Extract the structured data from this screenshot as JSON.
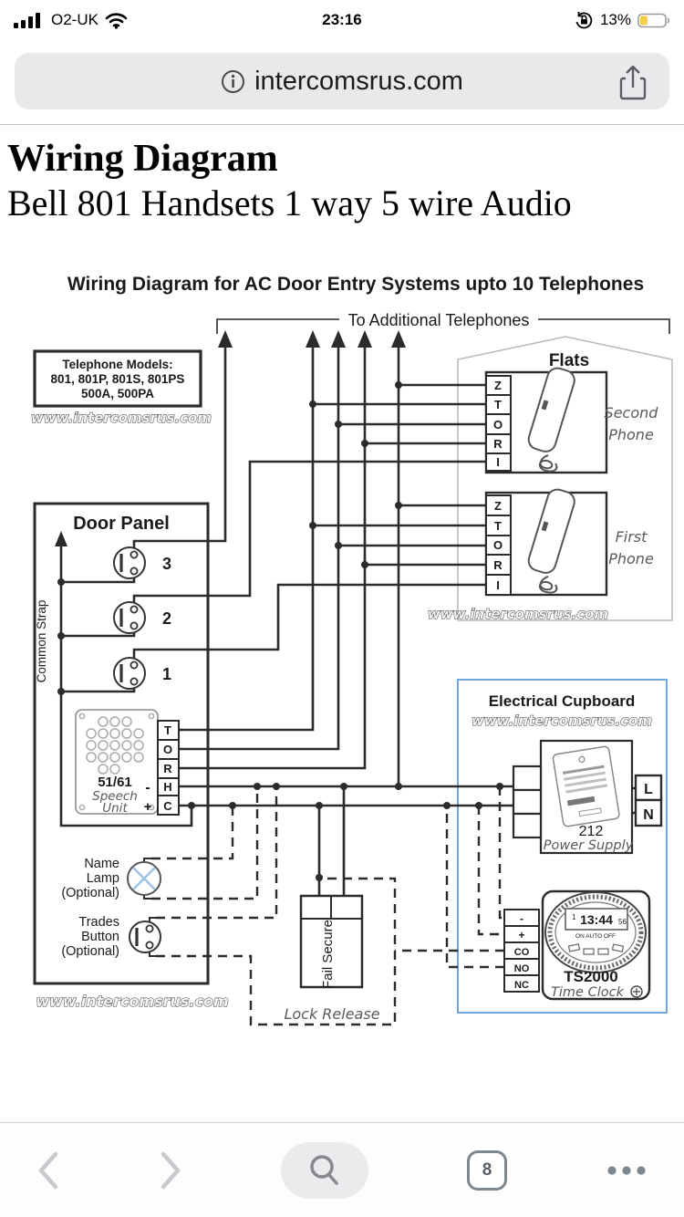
{
  "status_bar": {
    "carrier": "O2-UK",
    "time": "23:16",
    "battery": "13%"
  },
  "address_bar": {
    "url": "intercomsrus.com"
  },
  "page": {
    "title": "Wiring Diagram",
    "subtitle": "Bell 801 Handsets 1 way 5 wire Audio"
  },
  "diagram": {
    "title": "Wiring Diagram for AC Door Entry Systems upto 10 Telephones",
    "to_additional": "To Additional Telephones",
    "watermark": "www.intercomsrus.com",
    "models": [
      "Telephone Models:",
      "801, 801P, 801S, 801PS",
      "500A, 500PA"
    ],
    "flats": {
      "label": "Flats",
      "terminals": [
        "Z",
        "T",
        "O",
        "R",
        "I"
      ],
      "second": [
        "Second",
        "Phone"
      ],
      "first": [
        "First",
        "Phone"
      ]
    },
    "door": {
      "label": "Door Panel",
      "strap": "Common Strap",
      "buttons": [
        "3",
        "2",
        "1"
      ],
      "lamp": [
        "Name",
        "Lamp",
        "(Optional)"
      ],
      "trades": [
        "Trades",
        "Button",
        "(Optional)"
      ]
    },
    "speech": {
      "model": "51/61",
      "name": [
        "Speech",
        "Unit"
      ],
      "terminals": [
        "T",
        "O",
        "R",
        "H",
        "C"
      ],
      "minus": "-",
      "plus": "+"
    },
    "cupboard": {
      "label": "Electrical Cupboard"
    },
    "psu": {
      "model": "212",
      "name": "Power Supply",
      "l": "L",
      "n": "N"
    },
    "clock": {
      "model": "TS2000",
      "name": "Time Clock",
      "day": "1",
      "time": "13:44",
      "seconds": "56",
      "modes": "ON AUTO OFF",
      "terminals": [
        "-",
        "+",
        "CO",
        "NO",
        "NC"
      ]
    },
    "fail_secure": "Fail Secure",
    "lock_release": "Lock Release"
  },
  "toolbar": {
    "tab_count": "8"
  },
  "colors": {
    "cupboard_blue": "#6fa8dc",
    "battery_yellow": "#f6ce45",
    "lamp_blue": "#9dc3e6"
  }
}
